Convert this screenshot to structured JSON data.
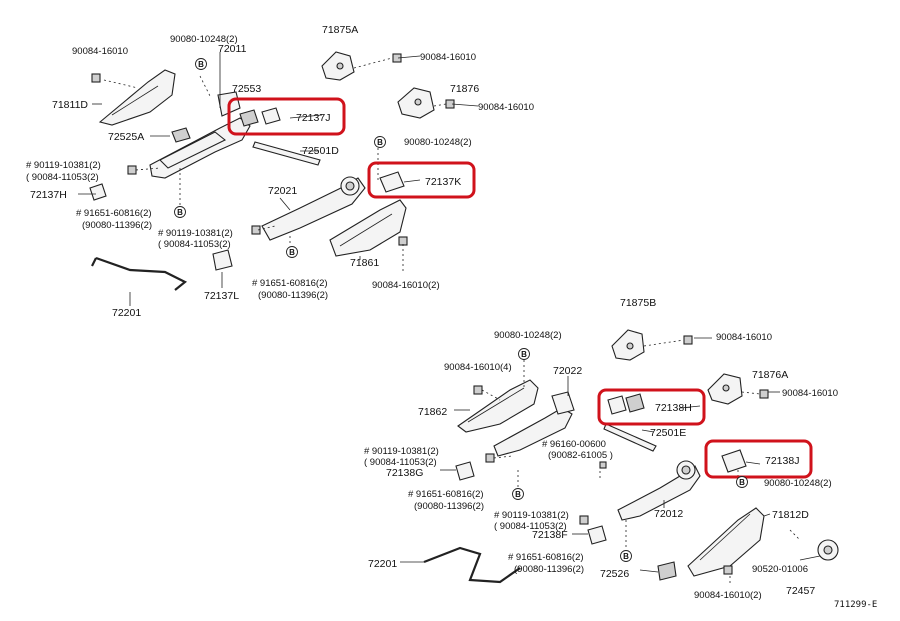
{
  "callouts": {
    "c_90084_16010_a": "90084-16010",
    "c_90080_10248_a": "90080-10248(2)",
    "c_72011": "72011",
    "c_71875A": "71875A",
    "c_90084_16010_b": "90084-16010",
    "c_71811D": "71811D",
    "c_72553": "72553",
    "c_71876": "71876",
    "c_90084_16010_c": "90084-16010",
    "c_72137J": "72137J",
    "c_72525A": "72525A",
    "c_90080_10248_b": "90080-10248(2)",
    "c_72501D": "72501D",
    "c_90119_a": "# 90119-10381(2)",
    "c_90084_11053_a": "( 90084-11053(2)",
    "c_72137K": "72137K",
    "c_72137H": "72137H",
    "c_72021": "72021",
    "c_91651_a": "# 91651-60816(2)",
    "c_90080_11396_a": "(90080-11396(2)",
    "c_90119_b": "# 90119-10381(2)",
    "c_90084_11053_b": "( 90084-11053(2)",
    "c_71861": "71861",
    "c_91651_b": "# 91651-60816(2)",
    "c_90080_11396_b": "(90080-11396(2)",
    "c_90084_16010_2": "90084-16010(2)",
    "c_72137L": "72137L",
    "c_72201_a": "72201",
    "c_71875B": "71875B",
    "c_90080_10248_c": "90080-10248(2)",
    "c_90084_16010_d": "90084-16010",
    "c_90084_16010_4": "90084-16010(4)",
    "c_72022": "72022",
    "c_71876A": "71876A",
    "c_90084_16010_e": "90084-16010",
    "c_71862": "71862",
    "c_72138H": "72138H",
    "c_72501E": "72501E",
    "c_96160": "# 96160-00600",
    "c_90082_61005": "(90082-61005 )",
    "c_90119_c": "# 90119-10381(2)",
    "c_90084_11053_c": "( 90084-11053(2)",
    "c_72138G": "72138G",
    "c_72138J": "72138J",
    "c_90080_10248_d": "90080-10248(2)",
    "c_91651_c": "# 91651-60816(2)",
    "c_90080_11396_c": "(90080-11396(2)",
    "c_90119_d": "# 90119-10381(2)",
    "c_90084_11053_d": "( 90084-11053(2)",
    "c_72138F": "72138F",
    "c_72012": "72012",
    "c_71812D": "71812D",
    "c_91651_d": "# 91651-60816(2)",
    "c_90080_11396_d": "(90080-11396(2)",
    "c_72201_b": "72201",
    "c_72526": "72526",
    "c_90520": "90520-01006",
    "c_72457": "72457",
    "c_90084_16010_f": "90084-16010(2)"
  },
  "marker_letter": "B",
  "footer": {
    "code": "711299-E"
  },
  "colors": {
    "highlight": "#d0121b",
    "ink": "#222222"
  }
}
